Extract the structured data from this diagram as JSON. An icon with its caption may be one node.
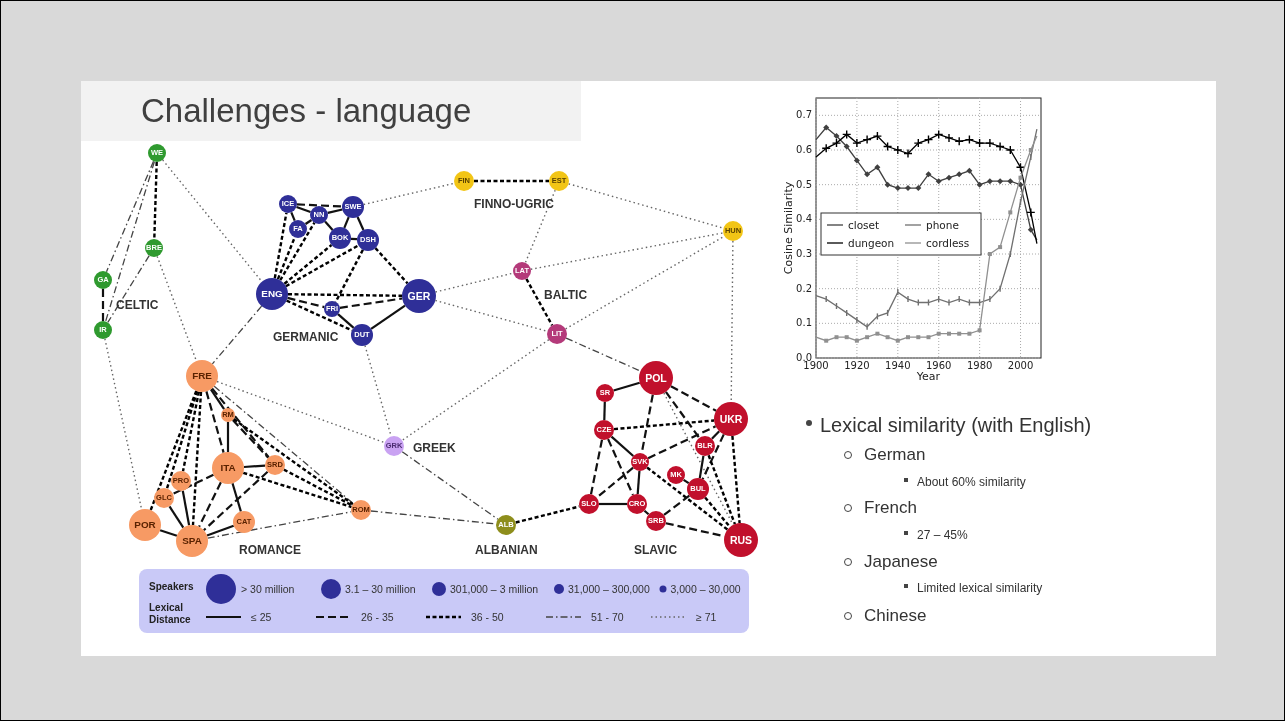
{
  "diagram": {
    "title": "Challenges - language",
    "nodes": [
      {
        "text": [
          "WE"
        ]
      },
      {
        "text": [
          "BRE"
        ]
      },
      {
        "text": [
          "GA"
        ]
      },
      {
        "text": [
          "IR"
        ]
      },
      {
        "text": [
          "ICE"
        ]
      },
      {
        "text": [
          "FA"
        ]
      },
      {
        "text": [
          "NN"
        ]
      },
      {
        "text": [
          "SWE"
        ]
      },
      {
        "text": [
          "BOK"
        ]
      },
      {
        "text": [
          "DSH"
        ]
      },
      {
        "text": [
          "ENG"
        ]
      },
      {
        "text": [
          "FRI"
        ]
      },
      {
        "text": [
          "GER"
        ]
      },
      {
        "text": [
          "DUT"
        ]
      },
      {
        "text": [
          "FIN"
        ]
      },
      {
        "text": [
          "EST"
        ]
      },
      {
        "text": [
          "HUN"
        ]
      },
      {
        "text": [
          "LAT"
        ]
      },
      {
        "text": [
          "LIT"
        ]
      },
      {
        "text": [
          "FRE"
        ]
      },
      {
        "text": [
          "RM"
        ]
      },
      {
        "text": [
          "ITA"
        ]
      },
      {
        "text": [
          "SRD"
        ]
      },
      {
        "text": [
          "PRO"
        ]
      },
      {
        "text": [
          "GLC"
        ]
      },
      {
        "text": [
          "CAT"
        ]
      },
      {
        "text": [
          "POR"
        ]
      },
      {
        "text": [
          "SPA"
        ]
      },
      {
        "text": [
          "ROM"
        ]
      },
      {
        "text": [
          "GRK"
        ]
      },
      {
        "text": [
          "ALB"
        ]
      },
      {
        "text": [
          "POL"
        ]
      },
      {
        "text": [
          "SR"
        ]
      },
      {
        "text": [
          "CZE"
        ]
      },
      {
        "text": [
          "SVK"
        ]
      },
      {
        "text": [
          "UKR"
        ]
      },
      {
        "text": [
          "BLR"
        ]
      },
      {
        "text": [
          "MK"
        ]
      },
      {
        "text": [
          "BUL"
        ]
      },
      {
        "text": [
          "SLO"
        ]
      },
      {
        "text": [
          "CRO"
        ]
      },
      {
        "text": [
          "SRB"
        ]
      },
      {
        "text": [
          "RUS"
        ]
      }
    ],
    "edges": [
      {
        "from": 0,
        "to": 1,
        "arrow": "none",
        "style": "dashed",
        "color": "#000000"
      },
      {
        "from": 0,
        "to": 2,
        "arrow": "none",
        "style": "dashed",
        "color": "#444444"
      },
      {
        "from": 0,
        "to": 3,
        "arrow": "none",
        "style": "dashed",
        "color": "#444444"
      },
      {
        "from": 1,
        "to": 3,
        "arrow": "none",
        "style": "dashed",
        "color": "#444444"
      },
      {
        "from": 2,
        "to": 3,
        "arrow": "none",
        "style": "dashed"
      },
      {
        "from": 0,
        "to": 10,
        "arrow": "none",
        "style": "dashed",
        "color": "#666666"
      },
      {
        "from": 1,
        "to": 19,
        "arrow": "none",
        "style": "dashed",
        "color": "#666666"
      },
      {
        "from": 3,
        "to": 26,
        "arrow": "none",
        "style": "dashed",
        "color": "#666666"
      },
      {
        "from": 4,
        "to": 7,
        "arrow": "none",
        "style": "dashed"
      },
      {
        "from": 4,
        "to": 6,
        "arrow": "none"
      },
      {
        "from": 4,
        "to": 5,
        "arrow": "none"
      },
      {
        "from": 5,
        "to": 6,
        "arrow": "none"
      },
      {
        "from": 6,
        "to": 7,
        "arrow": "none"
      },
      {
        "from": 6,
        "to": 8,
        "arrow": "none"
      },
      {
        "from": 7,
        "to": 8,
        "arrow": "none"
      },
      {
        "from": 7,
        "to": 9,
        "arrow": "none"
      },
      {
        "from": 8,
        "to": 9,
        "arrow": "none"
      },
      {
        "from": 10,
        "to": 4,
        "arrow": "none",
        "style": "dashed",
        "color": "#000000"
      },
      {
        "from": 10,
        "to": 5,
        "arrow": "none",
        "style": "dashed",
        "color": "#000000"
      },
      {
        "from": 10,
        "to": 6,
        "arrow": "none",
        "style": "dashed",
        "color": "#000000"
      },
      {
        "from": 10,
        "to": 8,
        "arrow": "none",
        "style": "dashed",
        "color": "#000000"
      },
      {
        "from": 10,
        "to": 9,
        "arrow": "none",
        "style": "dashed",
        "color": "#000000"
      },
      {
        "from": 10,
        "to": 12,
        "arrow": "none",
        "style": "dashed",
        "color": "#000000"
      },
      {
        "from": 10,
        "to": 11,
        "arrow": "none",
        "style": "dashed"
      },
      {
        "from": 10,
        "to": 13,
        "arrow": "none",
        "style": "dashed",
        "color": "#000000"
      },
      {
        "from": 11,
        "to": 12,
        "arrow": "none",
        "style": "dashed"
      },
      {
        "from": 11,
        "to": 13,
        "arrow": "none"
      },
      {
        "from": 13,
        "to": 12,
        "arrow": "none"
      },
      {
        "from": 9,
        "to": 12,
        "arrow": "none",
        "style": "dashed",
        "color": "#000000"
      },
      {
        "from": 9,
        "to": 11,
        "arrow": "none",
        "style": "dashed",
        "color": "#000000"
      },
      {
        "from": 7,
        "to": 14,
        "arrow": "none",
        "style": "dashed",
        "color": "#666666"
      },
      {
        "from": 12,
        "to": 17,
        "arrow": "none",
        "style": "dashed",
        "color": "#666666"
      },
      {
        "from": 12,
        "to": 18,
        "arrow": "none",
        "style": "dashed",
        "color": "#666666"
      },
      {
        "from": 10,
        "to": 19,
        "arrow": "none",
        "style": "dashed",
        "color": "#444444"
      },
      {
        "from": 13,
        "to": 29,
        "arrow": "none",
        "style": "dashed",
        "color": "#666666"
      },
      {
        "from": 14,
        "to": 15,
        "arrow": "none",
        "style": "dashed",
        "color": "#000000"
      },
      {
        "from": 15,
        "to": 17,
        "arrow": "none",
        "style": "dashed",
        "color": "#666666"
      },
      {
        "from": 15,
        "to": 16,
        "arrow": "none",
        "style": "dashed",
        "color": "#666666"
      },
      {
        "from": 17,
        "to": 16,
        "arrow": "none",
        "style": "dashed",
        "color": "#666666"
      },
      {
        "from": 18,
        "to": 16,
        "arrow": "none",
        "style": "dashed",
        "color": "#666666"
      },
      {
        "from": 17,
        "to": 18,
        "arrow": "none",
        "style": "dashed",
        "color": "#000000"
      },
      {
        "from": 18,
        "to": 31,
        "arrow": "none",
        "style": "dashed",
        "color": "#444444"
      },
      {
        "from": 18,
        "to": 29,
        "arrow": "none",
        "style": "dashed",
        "color": "#666666"
      },
      {
        "from": 16,
        "to": 35,
        "arrow": "none",
        "style": "dashed",
        "color": "#666666"
      },
      {
        "from": 19,
        "to": 20,
        "arrow": "none"
      },
      {
        "from": 19,
        "to": 21,
        "arrow": "none",
        "style": "dashed"
      },
      {
        "from": 19,
        "to": 23,
        "arrow": "none",
        "style": "dashed",
        "color": "#000000"
      },
      {
        "from": 19,
        "to": 24,
        "arrow": "none",
        "style": "dashed",
        "color": "#000000"
      },
      {
        "from": 19,
        "to": 27,
        "arrow": "none",
        "style": "dashed",
        "color": "#000000"
      },
      {
        "from": 19,
        "to": 26,
        "arrow": "none",
        "style": "dashed",
        "color": "#000000"
      },
      {
        "from": 19,
        "to": 22,
        "arrow": "none",
        "style": "dashed"
      },
      {
        "from": 19,
        "to": 28,
        "arrow": "none",
        "style": "dashed",
        "color": "#444444"
      },
      {
        "from": 19,
        "to": 29,
        "arrow": "none",
        "style": "dashed",
        "color": "#666666"
      },
      {
        "from": 20,
        "to": 21,
        "arrow": "none"
      },
      {
        "from": 20,
        "to": 22,
        "arrow": "none",
        "style": "dashed"
      },
      {
        "from": 20,
        "to": 28,
        "arrow": "none",
        "style": "dashed",
        "color": "#000000"
      },
      {
        "from": 21,
        "to": 22,
        "arrow": "none"
      },
      {
        "from": 21,
        "to": 25,
        "arrow": "none"
      },
      {
        "from": 21,
        "to": 28,
        "arrow": "none",
        "style": "dashed",
        "color": "#000000"
      },
      {
        "from": 21,
        "to": 24,
        "arrow": "none",
        "style": "dashed"
      },
      {
        "from": 21,
        "to": 27,
        "arrow": "none",
        "style": "dashed"
      },
      {
        "from": 22,
        "to": 28,
        "arrow": "none",
        "style": "dashed",
        "color": "#000000"
      },
      {
        "from": 22,
        "to": 27,
        "arrow": "none",
        "style": "dashed"
      },
      {
        "from": 23,
        "to": 27,
        "arrow": "none"
      },
      {
        "from": 24,
        "to": 27,
        "arrow": "none"
      },
      {
        "from": 26,
        "to": 27,
        "arrow": "none"
      },
      {
        "from": 25,
        "to": 27,
        "arrow": "none"
      },
      {
        "from": 27,
        "to": 28,
        "arrow": "none",
        "style": "dashed",
        "color": "#444444"
      },
      {
        "from": 28,
        "to": 30,
        "arrow": "none",
        "style": "dashed",
        "color": "#444444"
      },
      {
        "from": 29,
        "to": 30,
        "arrow": "none",
        "style": "dashed",
        "color": "#444444"
      },
      {
        "from": 30,
        "to": 39,
        "arrow": "none",
        "style": "dashed",
        "color": "#000000"
      },
      {
        "from": 32,
        "to": 31,
        "arrow": "none"
      },
      {
        "from": 32,
        "to": 33,
        "arrow": "none"
      },
      {
        "from": 33,
        "to": 34,
        "arrow": "none"
      },
      {
        "from": 34,
        "to": 40,
        "arrow": "none"
      },
      {
        "from": 39,
        "to": 40,
        "arrow": "none"
      },
      {
        "from": 33,
        "to": 39,
        "arrow": "none",
        "style": "dashed"
      },
      {
        "from": 33,
        "to": 40,
        "arrow": "none",
        "style": "dashed"
      },
      {
        "from": 33,
        "to": 35,
        "arrow": "none",
        "style": "dashed",
        "color": "#000000"
      },
      {
        "from": 31,
        "to": 34,
        "arrow": "none",
        "style": "dashed"
      },
      {
        "from": 31,
        "to": 35,
        "arrow": "none",
        "style": "dashed"
      },
      {
        "from": 31,
        "to": 36,
        "arrow": "none",
        "style": "dashed"
      },
      {
        "from": 31,
        "to": 42,
        "arrow": "none",
        "style": "dashed",
        "color": "#666666"
      },
      {
        "from": 34,
        "to": 35,
        "arrow": "none",
        "style": "dashed"
      },
      {
        "from": 34,
        "to": 39,
        "arrow": "none",
        "style": "dashed"
      },
      {
        "from": 34,
        "to": 42,
        "arrow": "none",
        "style": "dashed",
        "color": "#000000"
      },
      {
        "from": 35,
        "to": 36,
        "arrow": "none"
      },
      {
        "from": 35,
        "to": 38,
        "arrow": "none",
        "style": "dashed"
      },
      {
        "from": 35,
        "to": 42,
        "arrow": "none",
        "style": "dashed",
        "color": "#000000"
      },
      {
        "from": 36,
        "to": 42,
        "arrow": "none",
        "style": "dashed",
        "color": "#000000"
      },
      {
        "from": 36,
        "to": 38,
        "arrow": "none"
      },
      {
        "from": 37,
        "to": 38,
        "arrow": "none"
      },
      {
        "from": 38,
        "to": 42,
        "arrow": "none",
        "style": "dashed",
        "color": "#000000"
      },
      {
        "from": 41,
        "to": 38,
        "arrow": "none",
        "style": "dashed"
      },
      {
        "from": 41,
        "to": 42,
        "arrow": "none",
        "style": "dashed"
      },
      {
        "from": 40,
        "to": 41,
        "arrow": "none"
      }
    ],
    "labels": [
      "CELTIC",
      "GERMANIC",
      "FINNO-UGRIC",
      "BALTIC",
      "GREEK",
      "ROMANCE",
      "ALBANIAN",
      "SLAVIC",
      "Speakers",
      "Lexical Distance",
      "Lexical similarity (with English)",
      "German",
      "About 60% similarity",
      "French",
      "27 – 45%",
      "Japanese",
      "Limited lexical similarity",
      "Chinese"
    ],
    "legend": [
      {
        "text": "> 30 million"
      },
      {
        "text": "3.1 – 30 million"
      },
      {
        "text": "301,000 – 3 million"
      },
      {
        "text": "31,000 – 300,000"
      },
      {
        "text": "3,000 – 30,000"
      },
      {
        "text": "≤ 25"
      },
      {
        "text": "26 - 35"
      },
      {
        "text": "36 - 50"
      },
      {
        "text": "51 - 70"
      },
      {
        "text": "≥ 71"
      }
    ],
    "chart_data": {
      "type": "line",
      "xlabel": "Year",
      "ylabel": "Cosine Similarity",
      "x": [
        1900,
        1905,
        1910,
        1915,
        1920,
        1925,
        1930,
        1935,
        1940,
        1945,
        1950,
        1955,
        1960,
        1965,
        1970,
        1975,
        1980,
        1985,
        1990,
        1995,
        2000,
        2005,
        2008
      ],
      "series": [
        {
          "name": "closet",
          "color": "#404040",
          "values": [
            0.63,
            0.665,
            0.64,
            0.61,
            0.57,
            0.53,
            0.55,
            0.5,
            0.49,
            0.49,
            0.49,
            0.53,
            0.51,
            0.52,
            0.53,
            0.54,
            0.5,
            0.51,
            0.51,
            0.51,
            0.5,
            0.37,
            0.34
          ]
        },
        {
          "name": "dungeon",
          "color": "#000000",
          "values": [
            0.58,
            0.605,
            0.62,
            0.645,
            0.62,
            0.63,
            0.64,
            0.61,
            0.6,
            0.59,
            0.62,
            0.63,
            0.645,
            0.635,
            0.625,
            0.63,
            0.62,
            0.62,
            0.61,
            0.6,
            0.55,
            0.42,
            0.33
          ]
        },
        {
          "name": "phone",
          "color": "#707070",
          "values": [
            0.18,
            0.17,
            0.15,
            0.13,
            0.11,
            0.09,
            0.12,
            0.13,
            0.19,
            0.17,
            0.16,
            0.16,
            0.17,
            0.16,
            0.17,
            0.16,
            0.16,
            0.17,
            0.2,
            0.3,
            0.45,
            0.58,
            0.66
          ]
        },
        {
          "name": "cordless",
          "color": "#909090",
          "values": [
            0.06,
            0.05,
            0.06,
            0.06,
            0.05,
            0.06,
            0.07,
            0.06,
            0.05,
            0.06,
            0.06,
            0.06,
            0.07,
            0.07,
            0.07,
            0.07,
            0.08,
            0.3,
            0.32,
            0.42,
            0.52,
            0.6,
            0.64
          ]
        }
      ],
      "xlim": [
        1900,
        2010
      ],
      "ylim": [
        0,
        0.75
      ],
      "xticks": [
        1900,
        1920,
        1940,
        1960,
        1980,
        2000
      ],
      "yticks": [
        {
          "value": 0,
          "label": "0.0"
        },
        0.1,
        0.2,
        0.3,
        0.4,
        0.5,
        0.6,
        0.7
      ],
      "grid": true,
      "legend": true
    }
  }
}
